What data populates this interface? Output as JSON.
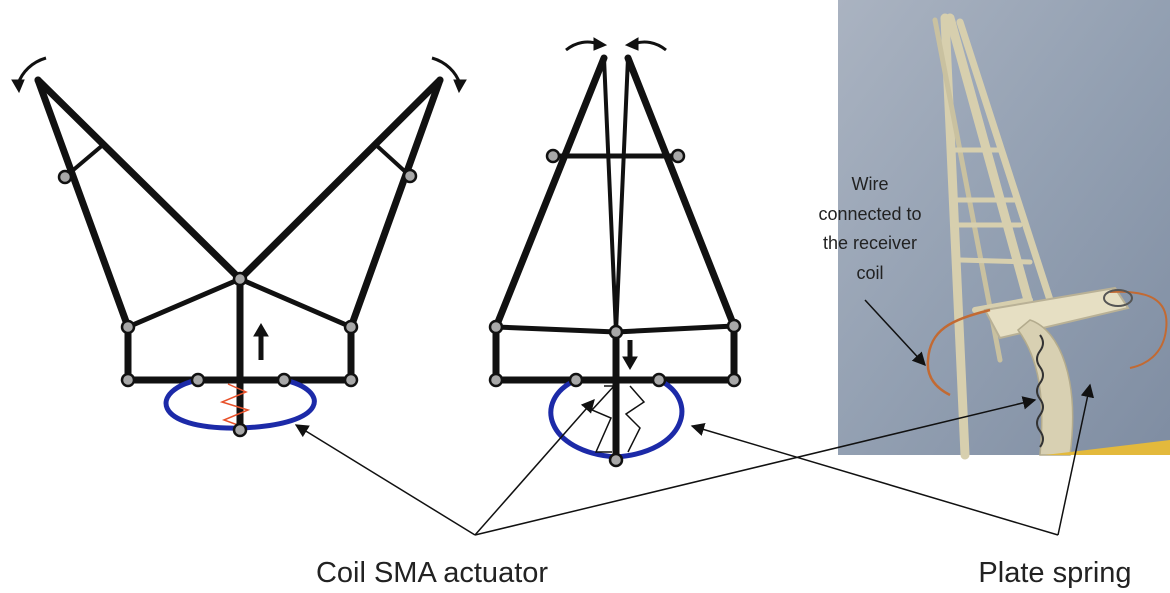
{
  "labels": {
    "coil_sma_actuator": "Coil SMA actuator",
    "plate_spring": "Plate spring",
    "wire_line_1": "Wire",
    "wire_line_2": "connected to",
    "wire_line_3": "the receiver",
    "wire_line_4": "coil"
  },
  "colors": {
    "link": "#111111",
    "joint_fill": "#a8a8a8",
    "plate_spring": "#1c2aa8",
    "sma_open": "#e8512a",
    "sma_closed": "#111111",
    "photo_background": "#9aa5b4",
    "photo_frame": "#d7cfae",
    "photo_wire": "#c26a33",
    "photo_base": "#e3b93c"
  }
}
